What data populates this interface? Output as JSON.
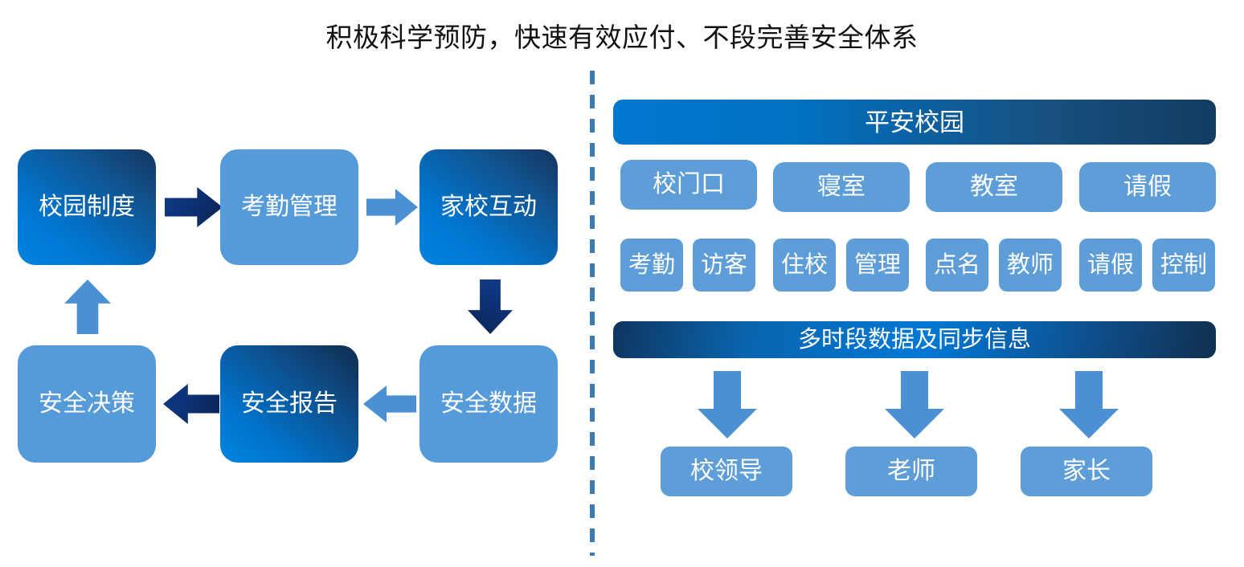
{
  "title": "积极科学预防，快速有效应付、不段完善安全体系",
  "left_flow": {
    "name": "security-management-cycle",
    "nodes": [
      {
        "id": "campus-system",
        "label": "校园制度",
        "style": "gradient"
      },
      {
        "id": "attendance-mgmt",
        "label": "考勤管理",
        "style": "light"
      },
      {
        "id": "home-school",
        "label": "家校互动",
        "style": "gradient"
      },
      {
        "id": "safety-data",
        "label": "安全数据",
        "style": "light"
      },
      {
        "id": "safety-report",
        "label": "安全报告",
        "style": "gradient"
      },
      {
        "id": "safety-decision",
        "label": "安全决策",
        "style": "light"
      }
    ],
    "arrows": [
      {
        "id": "a1",
        "from": "campus-system",
        "to": "attendance-mgmt",
        "direction": "right",
        "color": "#0d3176"
      },
      {
        "id": "a2",
        "from": "attendance-mgmt",
        "to": "home-school",
        "direction": "right",
        "color": "#4a90d3"
      },
      {
        "id": "a3",
        "from": "home-school",
        "to": "safety-data",
        "direction": "down",
        "color": "#0d3176"
      },
      {
        "id": "a4",
        "from": "safety-data",
        "to": "safety-report",
        "direction": "left",
        "color": "#4a90d3"
      },
      {
        "id": "a5",
        "from": "safety-report",
        "to": "safety-decision",
        "direction": "left",
        "color": "#0d3176"
      },
      {
        "id": "a6",
        "from": "safety-decision",
        "to": "campus-system",
        "direction": "up",
        "color": "#5d9dd8"
      }
    ]
  },
  "right_panel": {
    "header": "平安校园",
    "scenes": [
      "校门口",
      "寝室",
      "教室",
      "请假"
    ],
    "functions": [
      "考勤",
      "访客",
      "住校",
      "管理",
      "点名",
      "教师",
      "请假",
      "控制"
    ],
    "data_bar": "多时段数据及同步信息",
    "recipients": [
      "校领导",
      "老师",
      "家长"
    ],
    "recipient_arrows": {
      "direction": "down",
      "color": "#5d9dd8",
      "count": 3
    }
  },
  "colors": {
    "light_blue": "#5d9dd8",
    "bright_blue": "#0078d4",
    "dark_navy": "#0d3176",
    "deep_blue": "#14355e",
    "divider": "#3b7bb2",
    "text_on_blue": "#ffffff",
    "title_text": "#111111"
  }
}
